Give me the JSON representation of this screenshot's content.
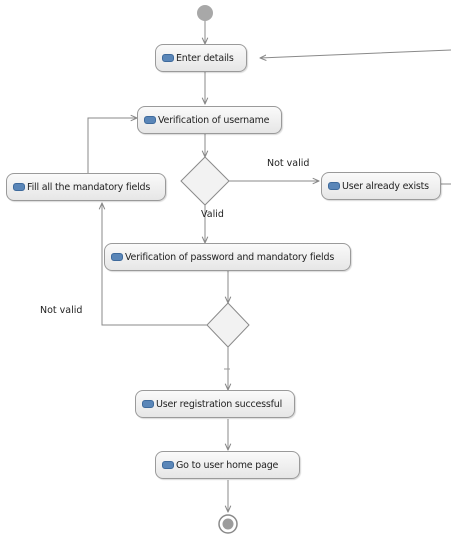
{
  "diagram": {
    "activities": {
      "enter_details": "Enter details",
      "verify_username": "Verification of username",
      "fill_mandatory": "Fill all the mandatory fields",
      "user_exists": "User already exists",
      "verify_password": "Verification of password and mandatory fields",
      "registration_success": "User registration successful",
      "home_page": "Go to user home page"
    },
    "guards": {
      "not_valid_1": "Not valid",
      "valid": "Valid",
      "not_valid_2": "Not valid"
    }
  }
}
